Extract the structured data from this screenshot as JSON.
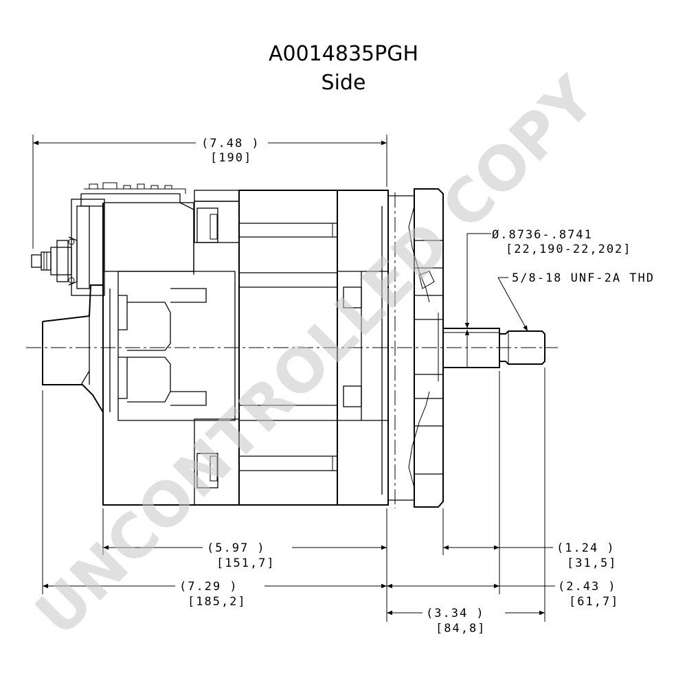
{
  "title": {
    "part_number": "A0014835PGH",
    "view": "Side"
  },
  "watermark": "UNCONTROLLED COPY",
  "dimensions": {
    "overall_length": {
      "in": "(7.48  )",
      "mm": "[190]"
    },
    "shaft_diameter": {
      "in": "Ø.8736-.8741",
      "mm": "[22,190-22,202]"
    },
    "thread": "5/8-18 UNF-2A THD",
    "body_length": {
      "in": "(5.97    )",
      "mm": "[151,7]"
    },
    "mount_to_rear": {
      "in": "(7.29    )",
      "mm": "[185,2]"
    },
    "shaft_step": {
      "in": "(1.24  )",
      "mm": "[31,5]"
    },
    "shaft_to_step": {
      "in": "(2.43  )",
      "mm": "[61,7]"
    },
    "shaft_total": {
      "in": "(3.34  )",
      "mm": "[84,8]"
    }
  }
}
